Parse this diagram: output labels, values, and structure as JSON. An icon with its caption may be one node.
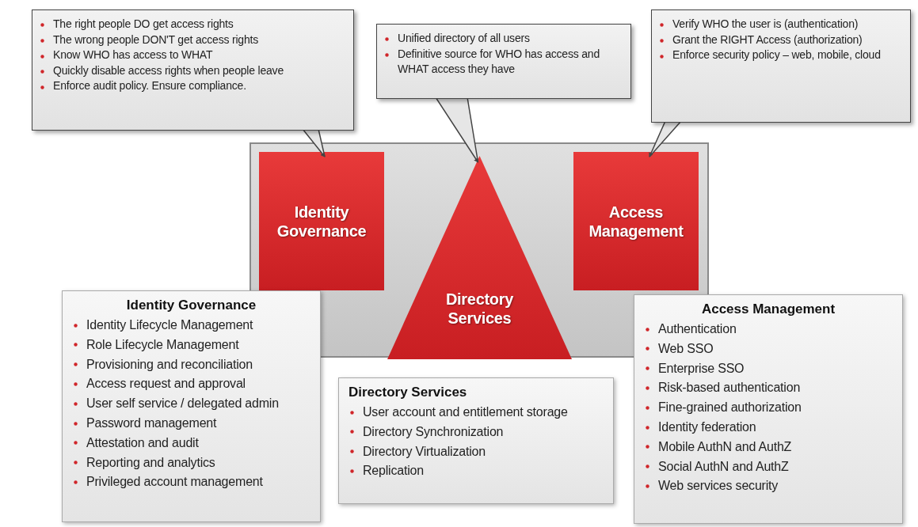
{
  "diagram": {
    "nodes": [
      {
        "text": [
          "The right people DO get access rights",
          "The wrong people DON'T get access rights",
          "Know WHO has access to WHAT",
          "Quickly disable access rights when people leave",
          "Enforce audit policy.  Ensure compliance."
        ]
      },
      {
        "text": [
          "Unified directory of all users",
          "Definitive source for WHO has access and WHAT access they have"
        ]
      },
      {
        "text": [
          "Verify WHO the user is (authentication)",
          "Grant the RIGHT Access (authorization)",
          "Enforce security policy – web, mobile, cloud"
        ]
      },
      {
        "text": [],
        "shape": "box"
      },
      {
        "text": [
          "Identity Governance"
        ],
        "in": 3
      },
      {
        "text": [
          "Directory Services"
        ],
        "in": 3
      },
      {
        "text": [
          "Access Management"
        ],
        "in": 3
      },
      {
        "text": [
          "Identity Governance",
          "Identity Lifecycle Management",
          "Role Lifecycle Management",
          "Provisioning and reconciliation",
          "Access request and approval",
          "User self service / delegated admin",
          "Password management",
          "Attestation and audit",
          "Reporting and analytics",
          "Privileged account management"
        ]
      },
      {
        "text": [
          "Directory Services",
          "User account and entitlement storage",
          "Directory Synchronization",
          "Directory Virtualization",
          "Replication"
        ]
      },
      {
        "text": [
          "Access Management",
          "Authentication",
          "Web SSO",
          "Enterprise SSO",
          "Risk-based authentication",
          "Fine-grained authorization",
          "Identity federation",
          "Mobile AuthN and AuthZ",
          "Social AuthN and AuthZ",
          "Web services security"
        ]
      }
    ],
    "edges": [
      {
        "from": 0,
        "to": 4,
        "arrow": "to"
      },
      {
        "from": 1,
        "to": 5,
        "arrow": "to"
      },
      {
        "from": 2,
        "to": 6,
        "arrow": "to"
      }
    ]
  }
}
